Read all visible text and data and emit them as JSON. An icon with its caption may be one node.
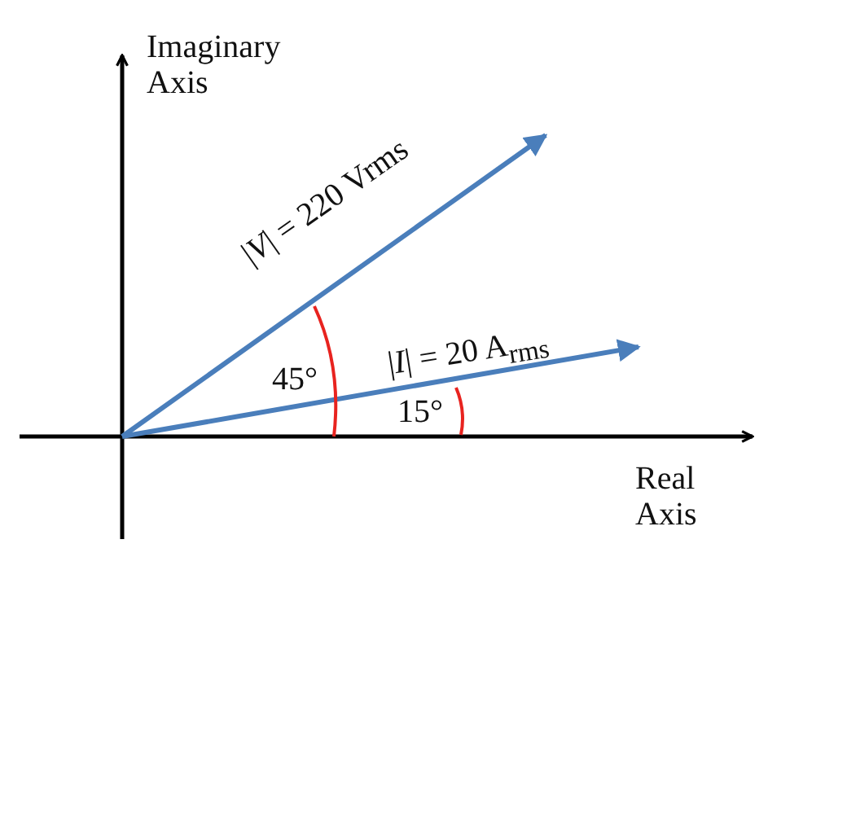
{
  "diagram": {
    "labels": [
      "Imaginary Axis",
      "|*V*| = 220 Vrms",
      "45°",
      "|*I*| = 20 A$_{rms}$",
      "15°",
      "Real Axis"
    ]
  }
}
